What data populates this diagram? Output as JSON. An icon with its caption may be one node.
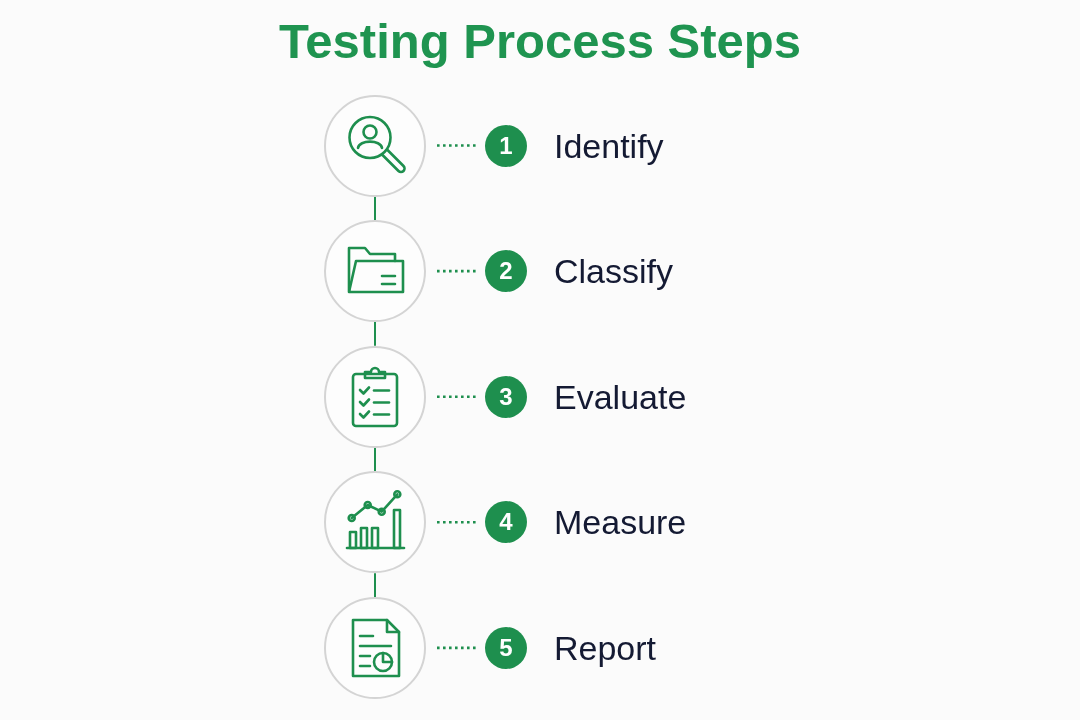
{
  "diagram": {
    "title": "Testing Process Steps",
    "nodes": [
      {
        "text": [],
        "shape": "circle"
      },
      {
        "text": [
          "1"
        ],
        "beside": [
          "Identify"
        ]
      },
      {
        "text": [],
        "shape": "circle"
      },
      {
        "text": [
          "2"
        ],
        "beside": [
          "Classify"
        ]
      },
      {
        "text": [],
        "shape": "circle"
      },
      {
        "text": [
          "3"
        ],
        "beside": [
          "Evaluate"
        ]
      },
      {
        "text": [],
        "shape": "circle"
      },
      {
        "text": [
          "4"
        ],
        "beside": [
          "Measure"
        ]
      },
      {
        "text": [],
        "shape": "circle"
      },
      {
        "text": [
          "5"
        ],
        "beside": [
          "Report"
        ]
      }
    ],
    "edges": [
      {
        "from": 0,
        "to": 1,
        "arrow": "none",
        "style": "dashed"
      },
      {
        "from": 0,
        "to": 2,
        "arrow": "none"
      },
      {
        "from": 2,
        "to": 3,
        "arrow": "none",
        "style": "dashed"
      },
      {
        "from": 2,
        "to": 4,
        "arrow": "none"
      },
      {
        "from": 4,
        "to": 5,
        "arrow": "none",
        "style": "dashed"
      },
      {
        "from": 4,
        "to": 6,
        "arrow": "none"
      },
      {
        "from": 6,
        "to": 7,
        "arrow": "none",
        "style": "dashed"
      },
      {
        "from": 6,
        "to": 8,
        "arrow": "none"
      },
      {
        "from": 8,
        "to": 9,
        "arrow": "none",
        "style": "dashed"
      }
    ]
  }
}
